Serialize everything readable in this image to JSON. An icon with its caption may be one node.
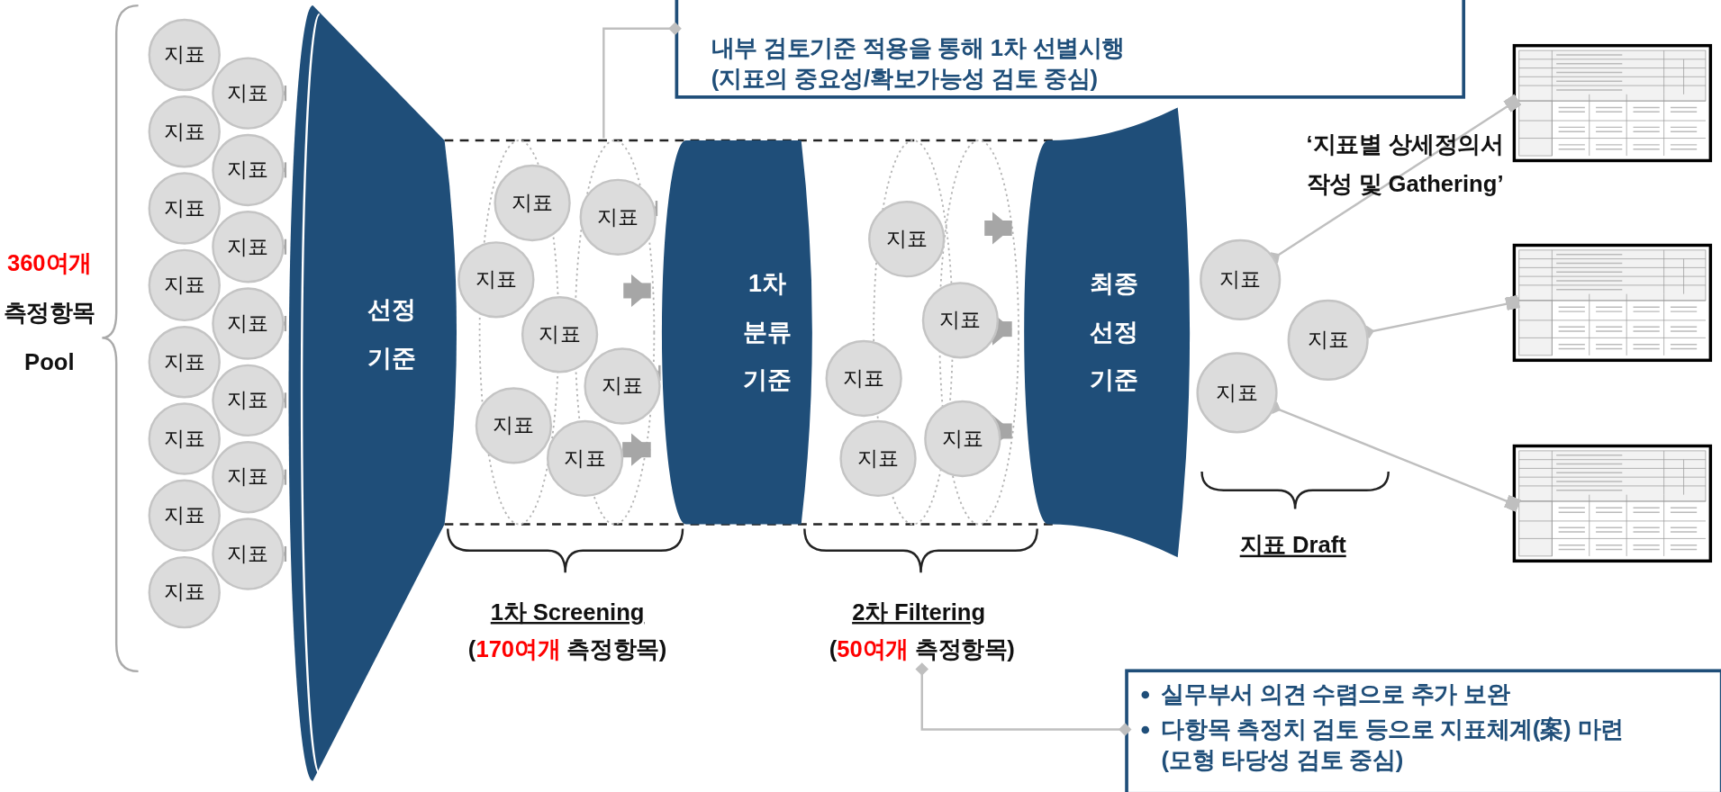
{
  "diagram": {
    "nodes": [
      {
        "text": [
          "내부 검토기준 적용을 통해 1차 선별시행 (지표의 중요성/확보가능성 검토 중심)"
        ]
      },
      {
        "text": [
          "지표"
        ]
      },
      {
        "text": [
          "지표"
        ]
      },
      {
        "text": [
          "지표"
        ]
      },
      {
        "text": [
          "지표"
        ]
      },
      {
        "text": [
          "지표"
        ]
      },
      {
        "text": [
          "지표"
        ]
      },
      {
        "text": [
          "지표"
        ]
      },
      {
        "text": [
          "지표"
        ]
      },
      {
        "text": [
          "지표"
        ]
      },
      {
        "text": [
          "지표"
        ]
      },
      {
        "text": [
          "지표"
        ]
      },
      {
        "text": [
          "지표"
        ]
      },
      {
        "text": [
          "지표"
        ]
      },
      {
        "text": [
          "지표"
        ]
      },
      {
        "text": [
          "지표"
        ]
      },
      {
        "text": [
          "선정 기준"
        ]
      },
      {
        "text": [
          "지표"
        ]
      },
      {
        "text": [
          "지표"
        ]
      },
      {
        "text": [
          "지표"
        ]
      },
      {
        "text": [
          "지표"
        ]
      },
      {
        "text": [
          "지표"
        ]
      },
      {
        "text": [
          "지표"
        ]
      },
      {
        "text": [
          "지표"
        ]
      },
      {
        "text": [
          "1차 분류 기준"
        ]
      },
      {
        "text": [
          "지표"
        ]
      },
      {
        "text": [
          "지표"
        ]
      },
      {
        "text": [
          "지표"
        ]
      },
      {
        "text": [
          "지표"
        ]
      },
      {
        "text": [
          "지표"
        ]
      },
      {
        "text": [
          "최종 선정 기준"
        ]
      },
      {
        "text": [
          "지표"
        ]
      },
      {
        "text": [
          "지표"
        ]
      },
      {
        "text": [
          "지표"
        ]
      },
      {
        "text": [],
        "shape": "table"
      },
      {
        "text": [],
        "shape": "table"
      },
      {
        "text": [],
        "shape": "table"
      },
      {
        "text": [
          "실무부서 의견 수렴으로 추가 보완",
          "다항목 측정치 검토 등으로 지표체계(案) 마련 (모형 타당성 검토 중심)"
        ]
      },
      {
        "text": [
          "(*50여개* 측정항목)"
        ]
      }
    ],
    "edges": [
      {
        "from": 2,
        "to": 16,
        "arrow": "to"
      },
      {
        "from": 4,
        "to": 16,
        "arrow": "to"
      },
      {
        "from": 6,
        "to": 16,
        "arrow": "to"
      },
      {
        "from": 8,
        "to": 16,
        "arrow": "to"
      },
      {
        "from": 10,
        "to": 16,
        "arrow": "to"
      },
      {
        "from": 12,
        "to": 16,
        "arrow": "to"
      },
      {
        "from": 14,
        "to": 16,
        "arrow": "to"
      },
      {
        "from": 18,
        "to": 24,
        "arrow": "to"
      },
      {
        "from": null,
        "to": 24,
        "arrow": "to"
      },
      {
        "from": 21,
        "to": 24,
        "arrow": "to"
      },
      {
        "from": 23,
        "to": 24,
        "arrow": "to"
      },
      {
        "from": null,
        "to": 30,
        "arrow": "to"
      },
      {
        "from": 26,
        "to": 30,
        "arrow": "to"
      },
      {
        "from": 28,
        "to": 30,
        "arrow": "to"
      },
      {
        "from": 0,
        "to": null,
        "arrow": "other"
      },
      {
        "from": 37,
        "to": 38,
        "arrow": "other"
      },
      {
        "from": 31,
        "to": 34,
        "arrow": "other"
      },
      {
        "from": 32,
        "to": 35,
        "arrow": "other"
      },
      {
        "from": 33,
        "to": 36,
        "arrow": "other"
      }
    ],
    "labels": [
      "360여개",
      "측정항목",
      "Pool",
      "‘지표별 상세정의서 작성 및 Gathering’",
      "1차 Screening",
      "(*170여개* 측정항목)",
      "2차 Filtering",
      "지표 Draft"
    ]
  }
}
